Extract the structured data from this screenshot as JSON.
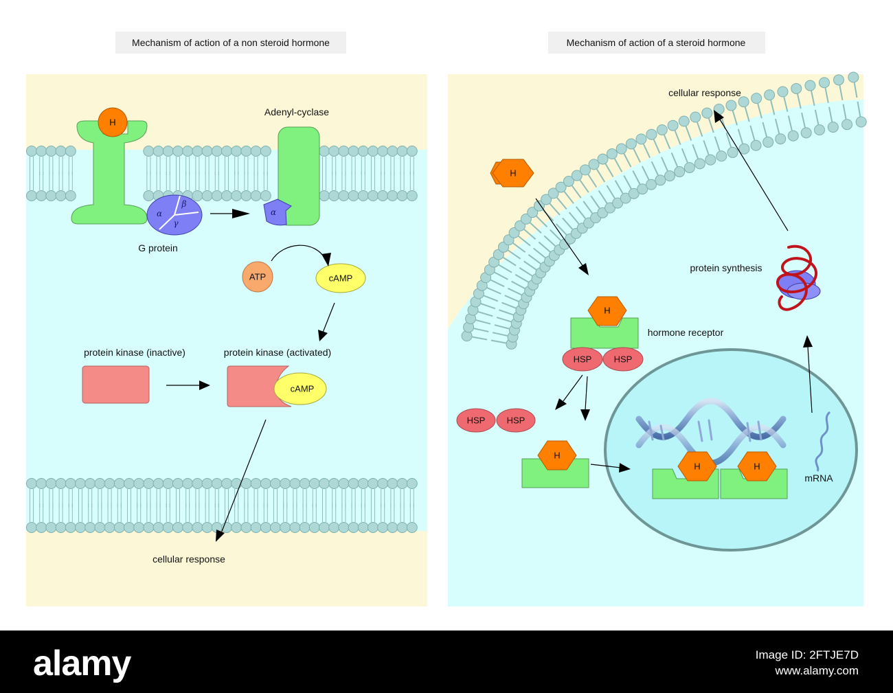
{
  "colors": {
    "extracellular": "#fcf8d7",
    "cytoplasm": "#d8fdfd",
    "lipid_head": "#aed8d6",
    "protein": "#80f07e",
    "hormone": "#ff7f00",
    "g_protein": "#7f7ff5",
    "atp": "#f8a96b",
    "camp": "#ffff6a",
    "kinase": "#f58b86",
    "hsp": "#ee6a70",
    "nucleus": "#b7f5f8",
    "footer": "#000000"
  },
  "left_panel": {
    "title": "Mechanism of action of a non steroid hormone",
    "hormone": "H",
    "adenyl_cyclase": "Adenyl-cyclase",
    "alpha": "α",
    "beta": "β",
    "gamma": "γ",
    "g_protein": "G protein",
    "atp": "ATP",
    "camp": "cAMP",
    "kinase_inactive": "protein kinase (inactive)",
    "kinase_activated": "protein kinase (activated)",
    "cellular_response": "cellular response"
  },
  "right_panel": {
    "title": "Mechanism of action of a steroid hormone",
    "hormone": "H",
    "cellular_response": "cellular response",
    "protein_synthesis": "protein synthesis",
    "hormone_receptor": "hormone receptor",
    "hsp": "HSP",
    "mrna": "mRNA"
  },
  "watermark": {
    "logo": "alamy",
    "image_id_label": "Image ID: 2FTJE7D",
    "url": "www.alamy.com"
  }
}
